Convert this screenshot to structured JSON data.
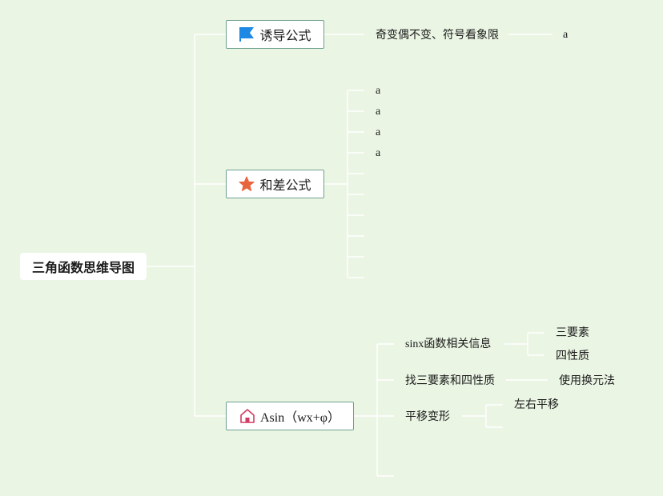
{
  "root": {
    "label": "三角函数思维导图"
  },
  "branch_induction": {
    "label": "诱导公式",
    "rule": "奇变偶不变、符号看象限",
    "rule_child": "a"
  },
  "branch_sum_diff": {
    "label": "和差公式",
    "items": [
      "a",
      "a",
      "a",
      "a"
    ]
  },
  "branch_asin": {
    "label": "Asin（wx+φ）",
    "sinx": {
      "label": "sinx函数相关信息",
      "children": [
        "三要素",
        "四性质"
      ]
    },
    "find": {
      "label": "找三要素和四性质",
      "child": "使用换元法"
    },
    "shift": {
      "label": "平移变形",
      "child": "左右平移"
    }
  },
  "colors": {
    "background": "#eaf5e4",
    "connector": "#ffffff",
    "branch_border": "#6fa08f",
    "flag_icon": "#1e88e5",
    "star_icon": "#e8643c",
    "house_icon": "#d23b62"
  },
  "icons": {
    "induction": "flag-icon",
    "sum_diff": "star-icon",
    "asin": "house-icon"
  }
}
